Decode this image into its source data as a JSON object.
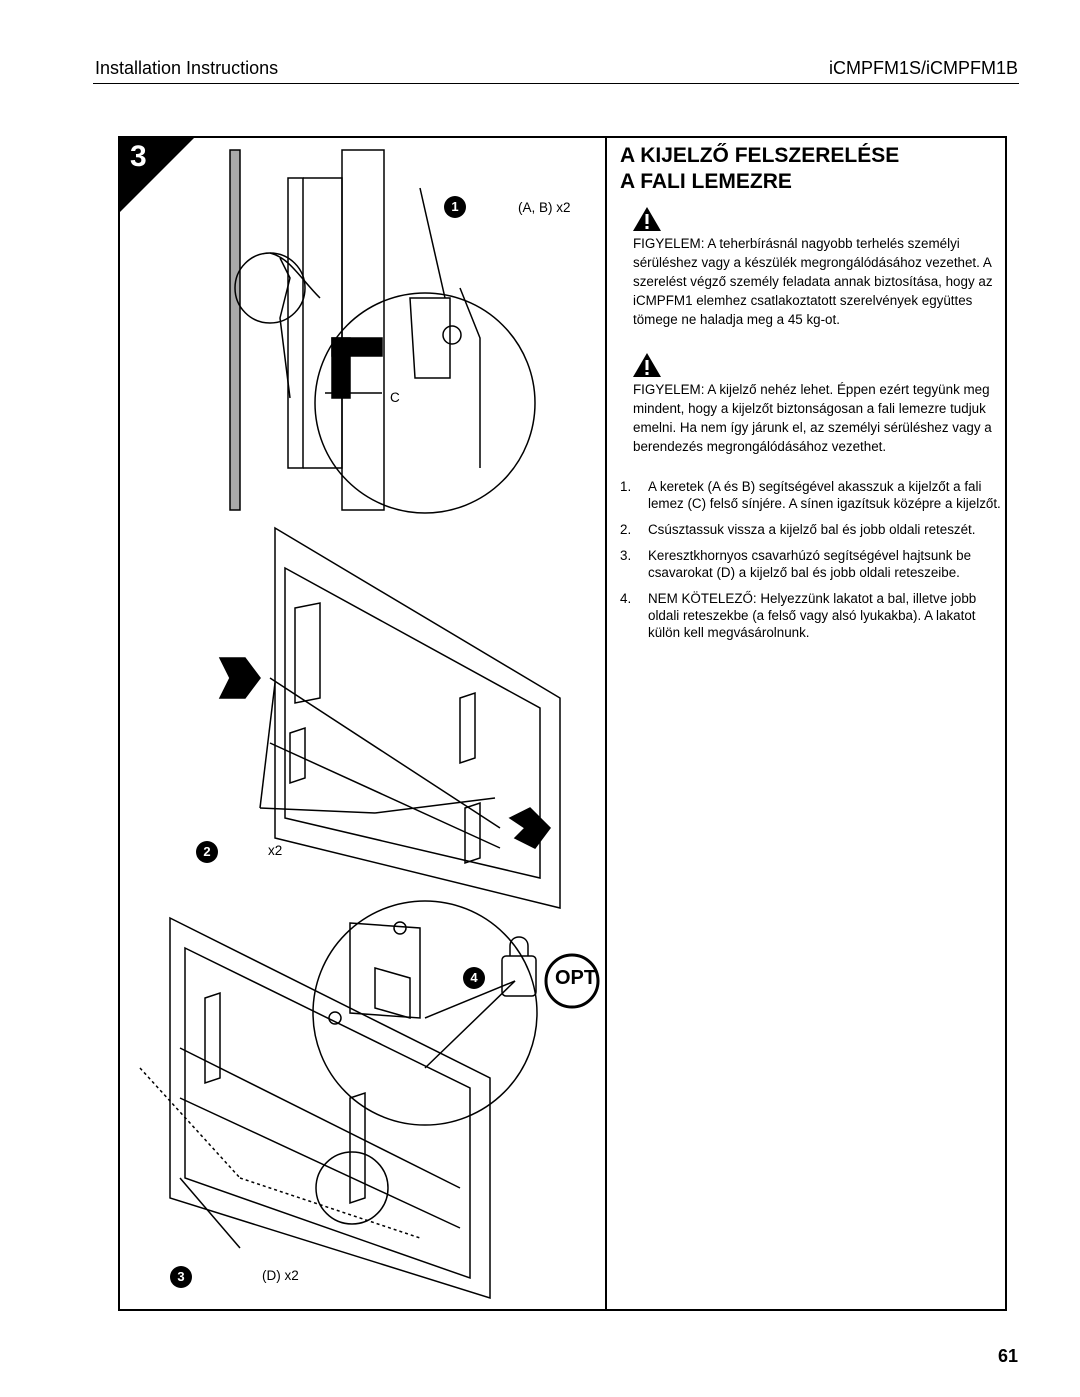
{
  "header": {
    "left": "Installation Instructions",
    "right": "iCMPFM1S/iCMPFM1B"
  },
  "step_number": "3",
  "title": {
    "line1": "A KIJELZŐ FELSZERELÉSE",
    "line2": "A FALI LEMEZRE"
  },
  "warnings": [
    {
      "text": "FIGYELEM:  A teherbírásnál nagyobb terhelés személyi sérüléshez vagy a készülék megrongálódásához vezethet. A szerelést végző személy feladata annak biztosítása, hogy az iCMPFM1 elemhez csatlakoztatott szerelvények együttes tömege ne haladja meg a 45 kg-ot."
    },
    {
      "text": "FIGYELEM:  A kijelző nehéz lehet. Éppen ezért tegyünk meg mindent, hogy a kijelzőt biztonságosan a fali lemezre tudjuk emelni. Ha nem így járunk el, az személyi sérüléshez vagy a berendezés megrongálódásához vezethet."
    }
  ],
  "steps": [
    {
      "num": "1.",
      "text": "A keretek (A és B) segítségével akasszuk a kijelzőt a fali lemez (C) felső sínjére. A sínen igazítsuk középre a kijelzőt."
    },
    {
      "num": "2.",
      "text": "Csúsztassuk vissza a kijelző bal és jobb oldali reteszét."
    },
    {
      "num": "3.",
      "text": "Keresztkhornyos csavarhúzó segítségével hajtsunk be csavarokat (D) a kijelző bal és jobb oldali reteszeibe."
    },
    {
      "num": "4.",
      "text": "NEM KÖTELEZŐ: Helyezzünk lakatot a bal, illetve jobb oldali reteszekbe (a felső vagy alsó lyukakba). A lakatot külön kell megvásárolnunk."
    }
  ],
  "illustration": {
    "badge1": "1",
    "label1": "(A, B) x2",
    "label_c": "C",
    "badge2": "2",
    "label2": "x2",
    "badge3": "3",
    "label3": "(D) x2",
    "badge4": "4",
    "opt": "OPT"
  },
  "page_number": "61"
}
